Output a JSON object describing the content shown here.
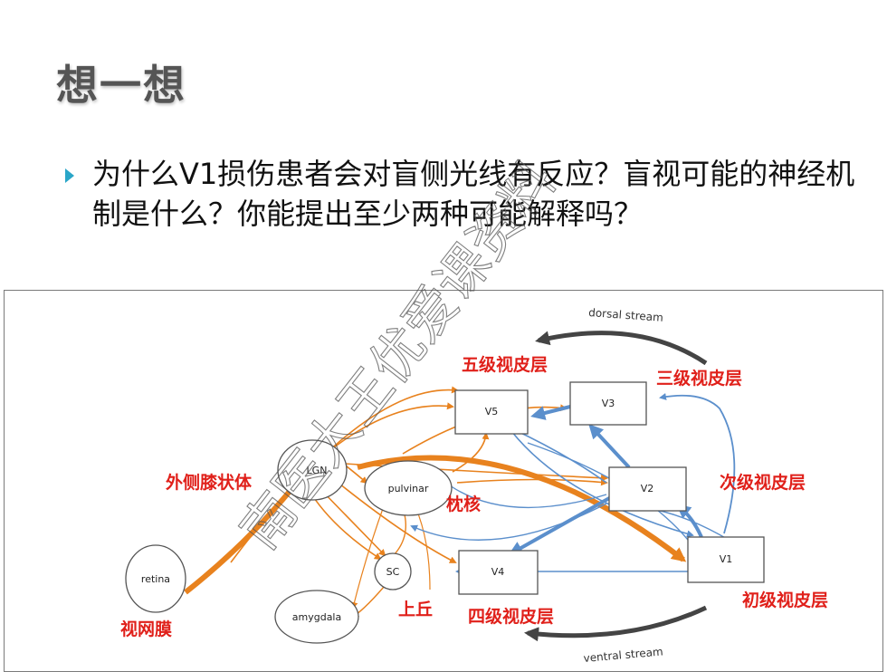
{
  "slide": {
    "title": "想一想",
    "question": "为什么V1损伤患者会对盲侧光线有反应？盲视可能的神经机制是什么？你能提出至少两种可能解释吗？"
  },
  "watermark": "南医大王优爱课资料",
  "diagram": {
    "nodes": {
      "retina": "retina",
      "lgn": "LGN",
      "pulvinar": "pulvinar",
      "sc": "SC",
      "amygdala": "amygdala",
      "v5": "V5",
      "v3": "V3",
      "v2": "V2",
      "v4": "V4",
      "v1": "V1"
    },
    "streams": {
      "dorsal": "dorsal stream",
      "ventral": "ventral stream"
    },
    "cn_labels": {
      "v5": "五级视皮层",
      "v3": "三级视皮层",
      "lgn": "外侧膝状体",
      "pulvinar": "枕核",
      "v2": "次级视皮层",
      "v1": "初级视皮层",
      "sc": "上丘",
      "v4": "四级视皮层",
      "retina": "视网膜"
    },
    "colors": {
      "pathway_orange": "#e8821e",
      "pathway_blue": "#5b8fcc",
      "label_red": "#e0201a",
      "stream_arrow": "#444444"
    }
  }
}
